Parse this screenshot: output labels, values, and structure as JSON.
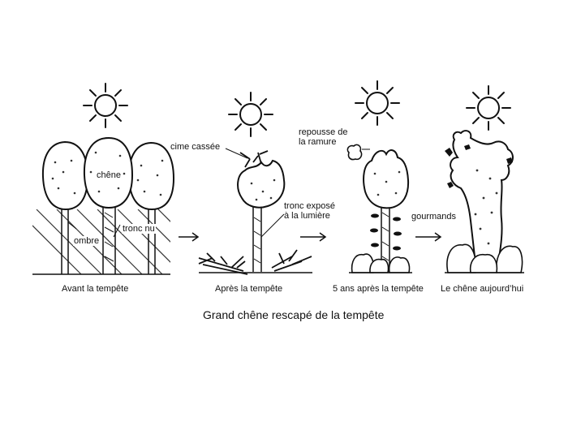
{
  "labels": {
    "chene": "chêne",
    "ombre": "ombre",
    "tronc_nu": "tronc nu",
    "cime_cassee": "cime cassée",
    "tronc_expose_1": "tronc exposé",
    "tronc_expose_2": "à la lumière",
    "repousse_1": "repousse de",
    "repousse_2": "la ramure",
    "gourmands": "gourmands"
  },
  "captions": [
    "Avant la tempête",
    "Après la tempête",
    "5 ans après la tempête",
    "Le chêne aujourd’hui"
  ],
  "title": "Grand chêne rescapé de la tempête"
}
